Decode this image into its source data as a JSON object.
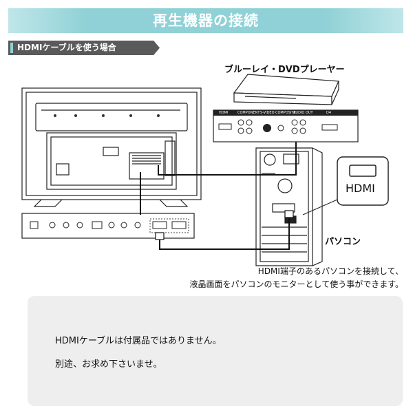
{
  "header": {
    "title": "再生機器の接続",
    "subtitle": "HDMIケーブルを使う場合"
  },
  "labels": {
    "bluray": "ブルーレイ・DVDプレーヤー",
    "pc": "パソコン",
    "hdmi_callout": "HDMI",
    "bd_panel_hdmi": "HDMI",
    "bd_panel_component": "COMPONENT",
    "bd_panel_svideo": "S-VIDEO",
    "bd_panel_composite": "COMPOSITE",
    "bd_panel_audio": "AUDIO OUT",
    "bd_panel_d4": "D4"
  },
  "description": {
    "line1": "HDMI端子のあるパソコンを接続して、",
    "line2": "液晶画面をパソコンのモニターとして使う事ができます。"
  },
  "notes": {
    "line1": "HDMIケーブルは付属品ではありません。",
    "line2": "別途、お求め下さいませ。"
  },
  "colors": {
    "title_bar": "#8fd1d6",
    "subtitle_bar": "#5a5a5a",
    "note_box": "#eeeeee",
    "cable_connector": "#c9a227"
  }
}
